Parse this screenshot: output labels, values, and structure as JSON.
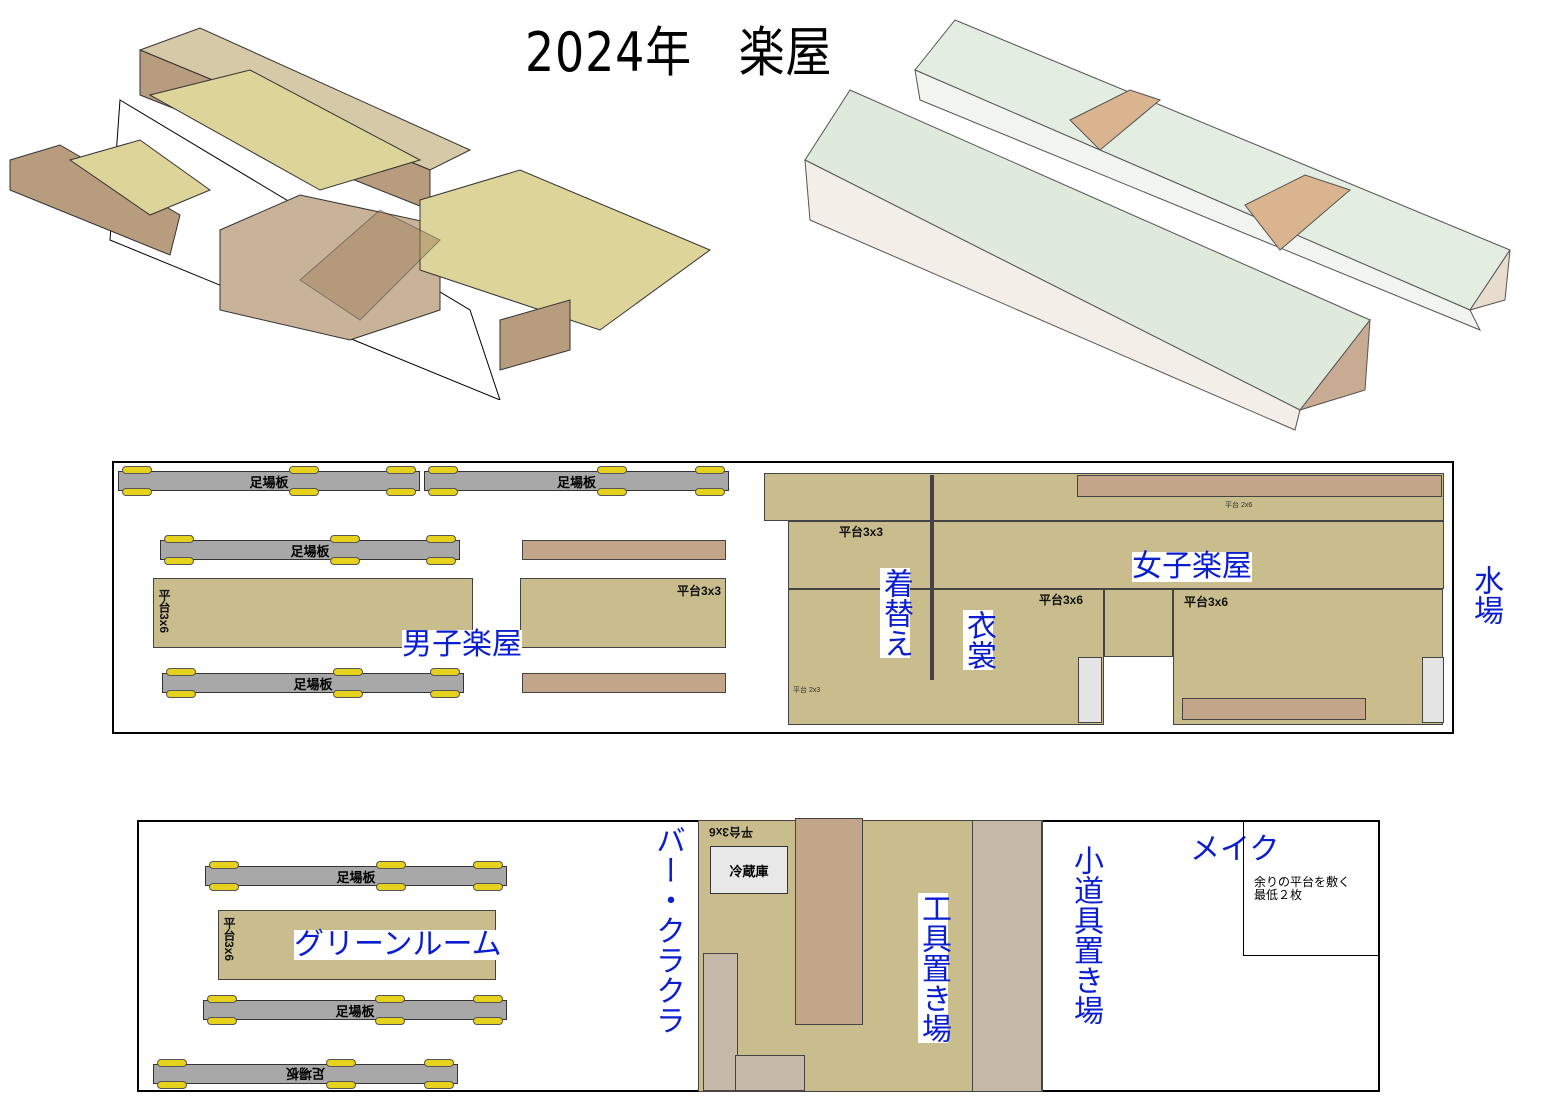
{
  "title": "2024年　楽屋",
  "labels": {
    "scaffold": "足場板",
    "platform_3x6": "平台3x6",
    "platform_3x3": "平台3x3",
    "platform_2x3": "平台 2x3",
    "platform_2x6": "平台 2x6",
    "men": "男子楽屋",
    "women": "女子楽屋",
    "changing": "着替え",
    "costume": "衣裳",
    "water": "水場",
    "bar": "バー・クラクラ",
    "fridge": "冷蔵庫",
    "tools": "工具置き場",
    "props": "小道具置き場",
    "makeup": "メイク",
    "makeup_note_1": "余りの平台を敷く",
    "makeup_note_2": "最低２枚",
    "green_room": "グリーンルーム"
  },
  "colors": {
    "platform": "#c9bd8d",
    "brown": "#c3a68a",
    "label": "#0a1ed0",
    "roof": "#dfe9dc"
  }
}
